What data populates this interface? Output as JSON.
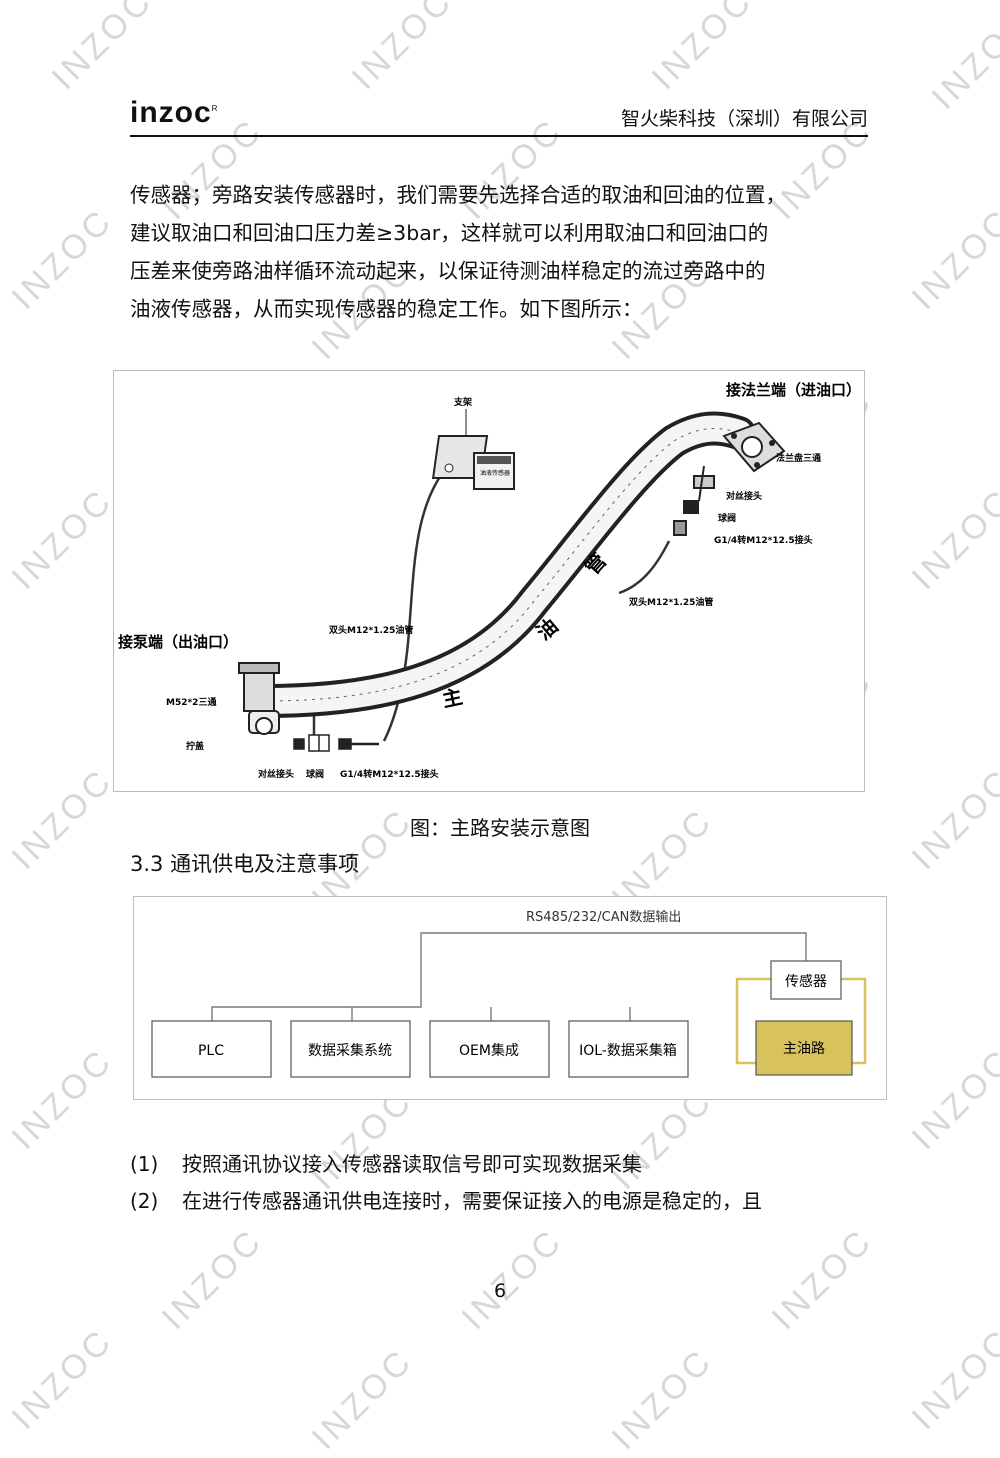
{
  "watermark": "INZOC",
  "header": {
    "logo": "inzoc",
    "logo_mark": "R",
    "company": "智火柴科技（深圳）有限公司"
  },
  "body": {
    "lines": [
      "传感器；旁路安装传感器时，我们需要先选择合适的取油和回油的位置，",
      "建议取油口和回油口压力差≥3bar，这样就可以利用取油口和回油口的",
      "压差来使旁路油样循环流动起来，以保证待测油样稳定的流过旁路中的",
      "油液传感器，从而实现传感器的稳定工作。如下图所示："
    ]
  },
  "figure1": {
    "labels": {
      "flange_end": "接法兰端（进油口）",
      "flange_tee": "法兰盘三通",
      "bracket": "支架",
      "coupler_top": "对丝接头",
      "valve_top": "球阀",
      "adapter_top": "G1/4转M12*12.5接头",
      "hose_top": "双头M12*1.25油管",
      "pump_end": "接泵端（出油口）",
      "hose_left": "双头M12*1.25油管",
      "tee": "M52*2三通",
      "cap": "拧盖",
      "coupler_bottom": "对丝接头",
      "valve_bottom": "球阀",
      "adapter_bottom": "G1/4转M12*12.5接头",
      "pipe_chars": [
        "主",
        "油",
        "管"
      ],
      "sensor_text": "油液传感器"
    }
  },
  "caption": "图：主路安装示意图",
  "section_title": "3.3 通讯供电及注意事项",
  "figure2": {
    "bus_label": "RS485/232/CAN数据输出",
    "boxes": [
      "PLC",
      "数据采集系统",
      "OEM集成",
      "IOL-数据采集箱"
    ],
    "sensor": "传感器",
    "main_line": "主油路",
    "colors": {
      "main_fill": "#d8c25e",
      "frame": "#d8c25e"
    }
  },
  "list": [
    {
      "num": "(1)",
      "text": "按照通讯协议接入传感器读取信号即可实现数据采集"
    },
    {
      "num": "(2)",
      "text": "在进行传感器通讯供电连接时，需要保证接入的电源是稳定的，且"
    }
  ],
  "page_number": "6"
}
